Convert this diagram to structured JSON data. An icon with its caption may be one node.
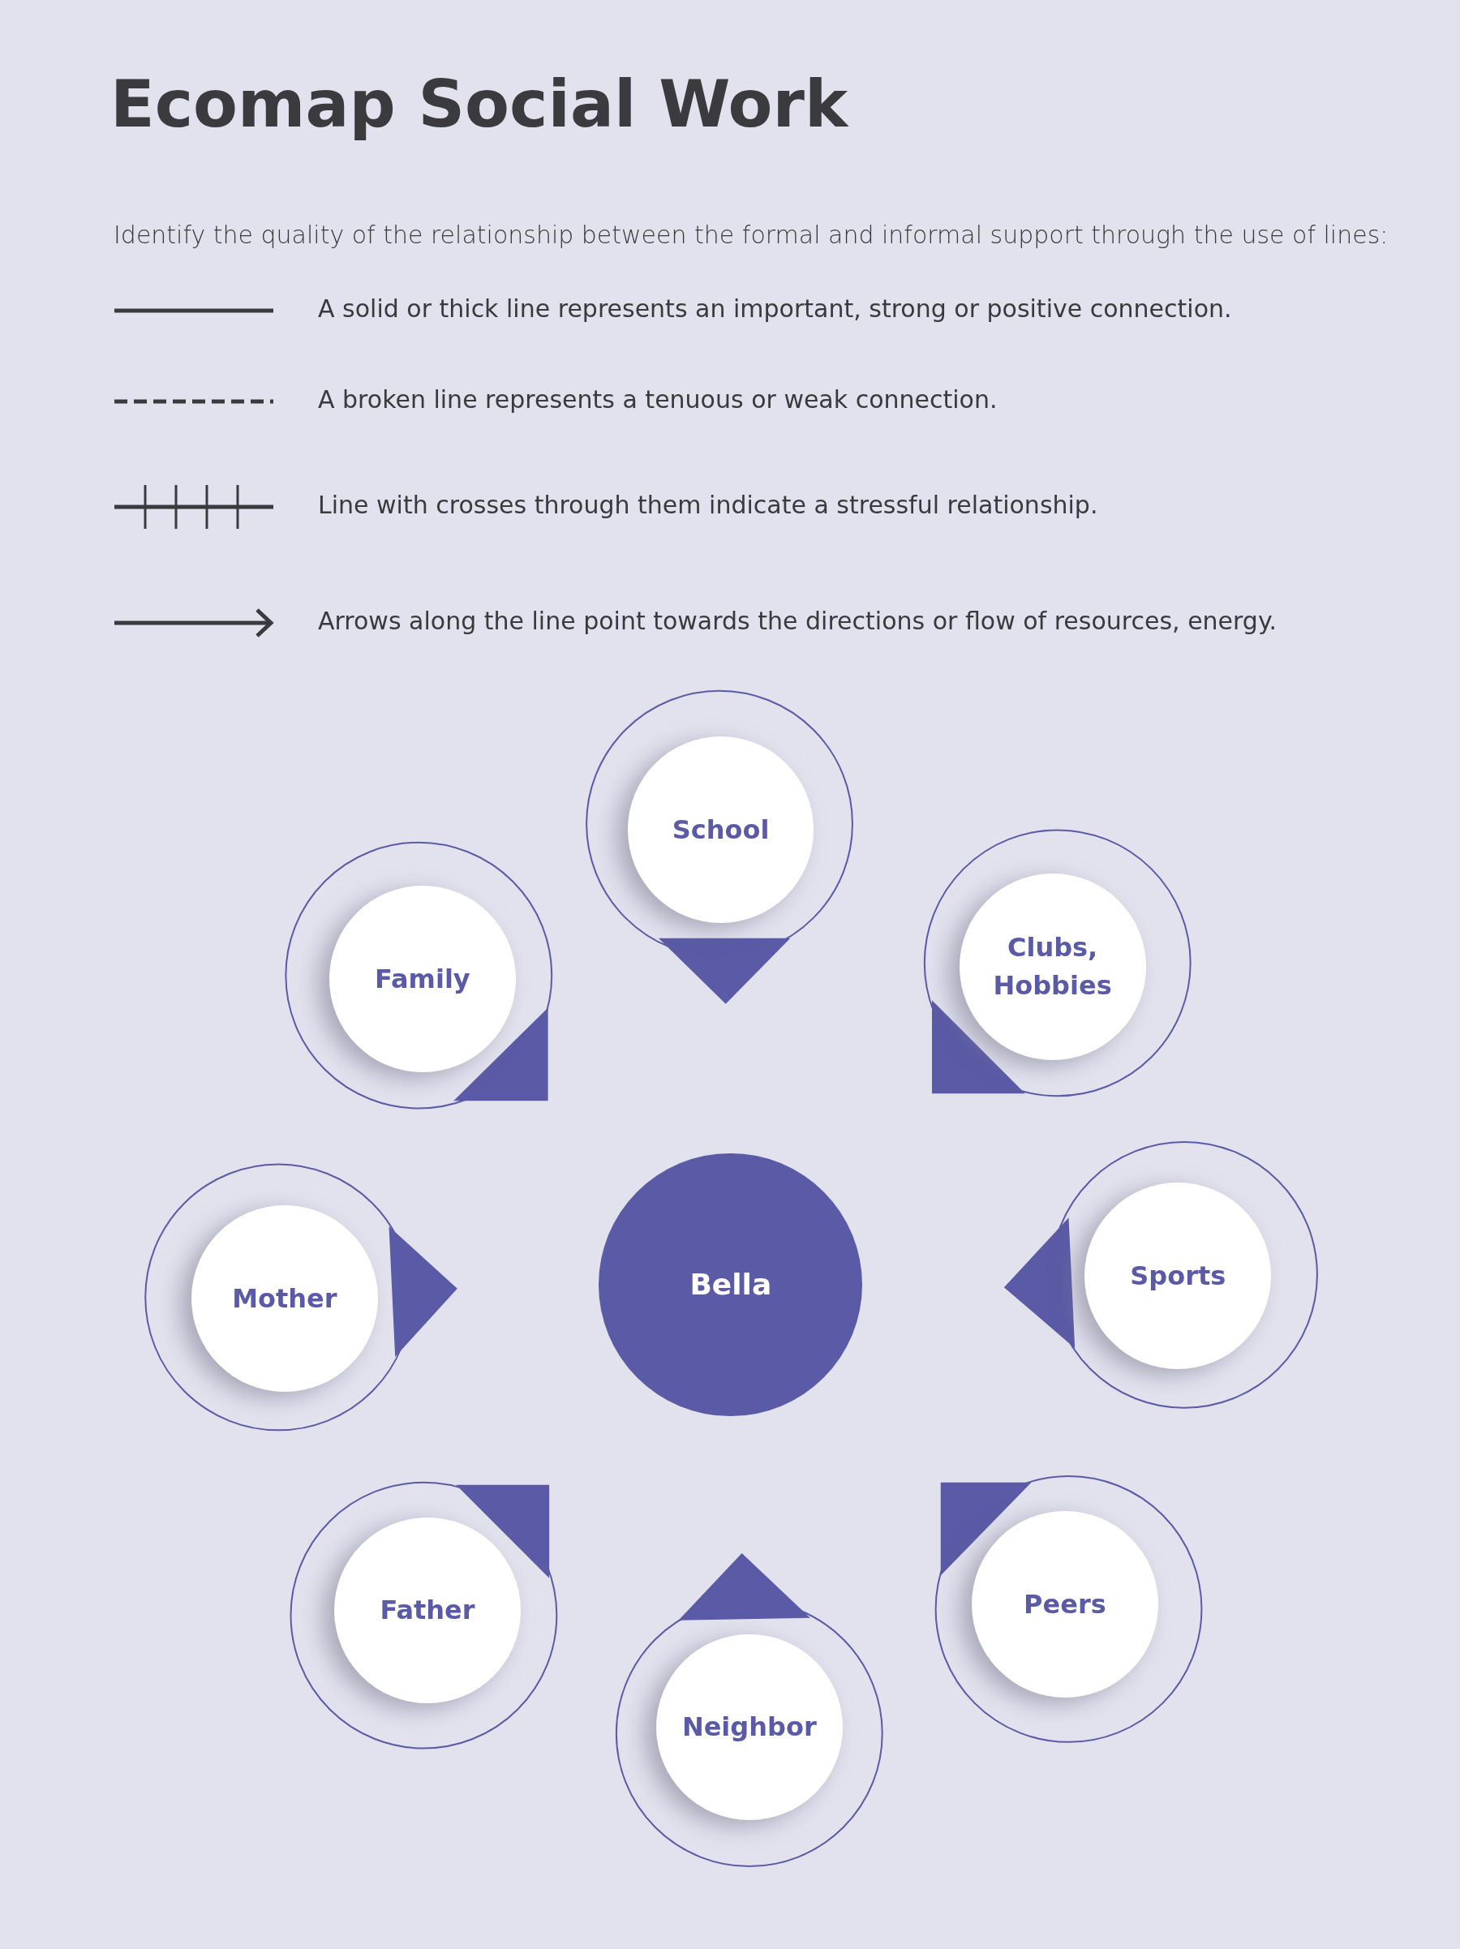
{
  "diagram": {
    "title": "Ecomap Social Work",
    "nodes": [
      {
        "text": [
          "School"
        ]
      },
      {
        "text": [
          "Family"
        ]
      },
      {
        "text": [
          "Clubs, Hobbies"
        ]
      },
      {
        "text": [
          "Mother"
        ]
      },
      {
        "text": [
          "Bella"
        ]
      },
      {
        "text": [
          "Sports"
        ]
      },
      {
        "text": [
          "Father"
        ]
      },
      {
        "text": [
          "Neighbor"
        ]
      },
      {
        "text": [
          "Peers"
        ]
      }
    ],
    "edges": [],
    "labels": [
      "Identify the quality of the relationship between the formal and informal support through the use of lines:"
    ],
    "legend": [
      {
        "text": "A solid or thick line represents an important, strong or positive connection."
      },
      {
        "text": "A broken line represents a tenuous or weak connection."
      },
      {
        "text": "Line with crosses through them indicate a stressful relationship."
      },
      {
        "text": "Arrows along the line point towards the directions or flow of resources, energy."
      }
    ]
  }
}
